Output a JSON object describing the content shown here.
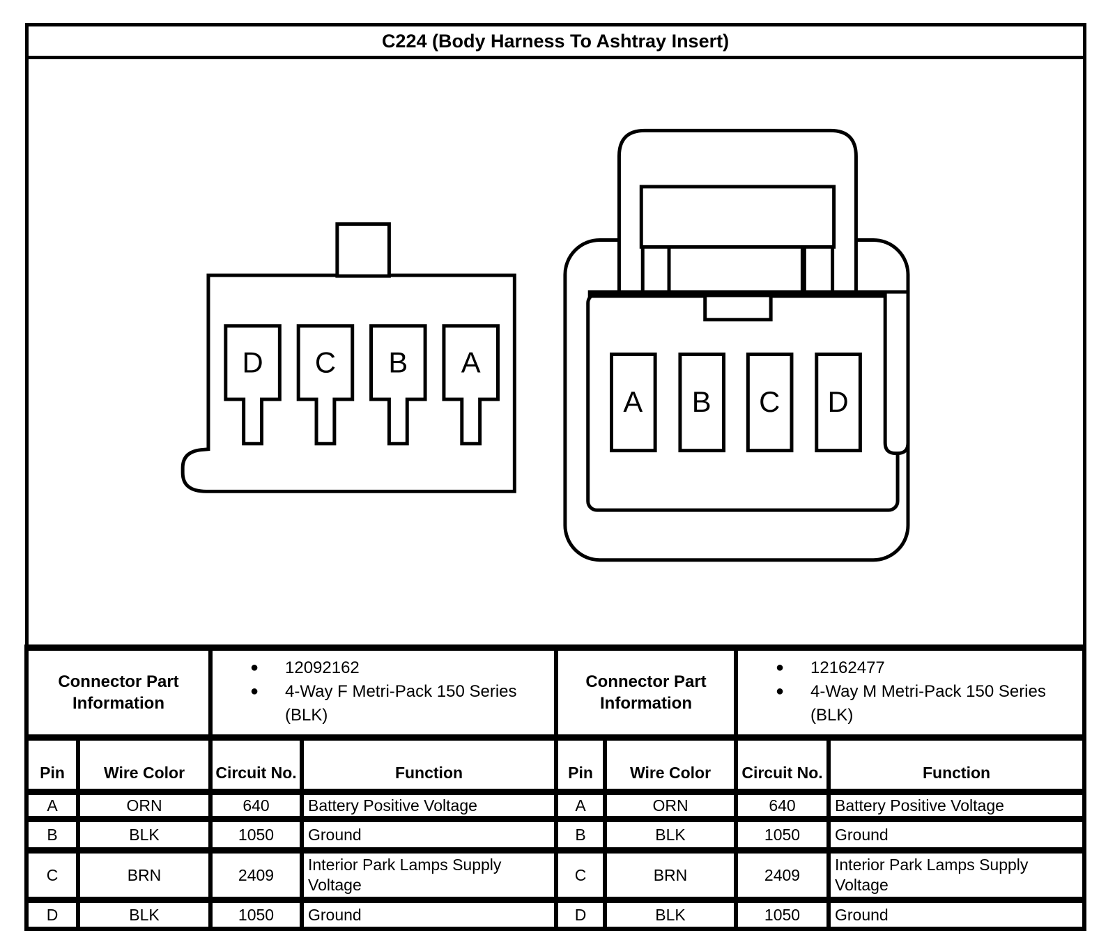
{
  "title": "C224 (Body Harness To Ashtray Insert)",
  "glyphs": {
    "bullet": "●"
  },
  "connectors": {
    "left": {
      "kind": "4-way-female-connector-face",
      "pins": [
        "D",
        "C",
        "B",
        "A"
      ],
      "part_info_label": "Connector Part Information",
      "part_info_items": [
        "12092162",
        "4-Way F Metri-Pack 150 Series (BLK)"
      ]
    },
    "right": {
      "kind": "4-way-male-connector-face-with-latch",
      "pins": [
        "A",
        "B",
        "C",
        "D"
      ],
      "part_info_label": "Connector Part Information",
      "part_info_items": [
        "12162477",
        "4-Way M Metri-Pack 150 Series (BLK)"
      ]
    }
  },
  "table": {
    "headers": [
      "Pin",
      "Wire Color",
      "Circuit No.",
      "Function"
    ],
    "left_rows": [
      [
        "A",
        "ORN",
        "640",
        "Battery Positive Voltage"
      ],
      [
        "B",
        "BLK",
        "1050",
        "Ground"
      ],
      [
        "C",
        "BRN",
        "2409",
        "Interior Park Lamps Supply Voltage"
      ],
      [
        "D",
        "BLK",
        "1050",
        "Ground"
      ]
    ],
    "right_rows": [
      [
        "A",
        "ORN",
        "640",
        "Battery Positive Voltage"
      ],
      [
        "B",
        "BLK",
        "1050",
        "Ground"
      ],
      [
        "C",
        "BRN",
        "2409",
        "Interior Park Lamps Supply Voltage"
      ],
      [
        "D",
        "BLK",
        "1050",
        "Ground"
      ]
    ]
  },
  "colors": {
    "line": "#000000",
    "background": "#ffffff"
  }
}
